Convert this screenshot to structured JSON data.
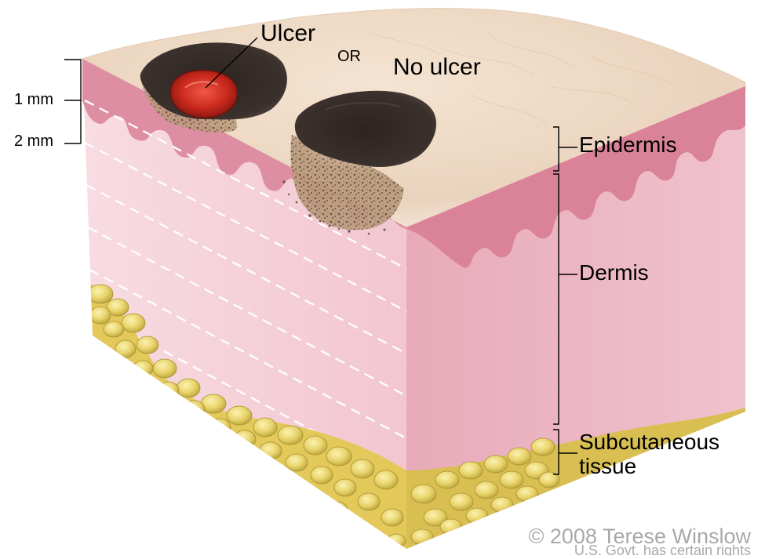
{
  "depth_markers": {
    "one": "1 mm",
    "two": "2 mm"
  },
  "tumor_labels": {
    "ulcer": "Ulcer",
    "or": "OR",
    "no_ulcer": "No ulcer"
  },
  "layer_labels": {
    "epidermis": "Epidermis",
    "dermis": "Dermis",
    "subcutaneous_line1": "Subcutaneous",
    "subcutaneous_line2": "tissue"
  },
  "credit": {
    "line1": "© 2008 Terese Winslow",
    "line2": "U.S. Govt. has certain rights"
  },
  "colors": {
    "skin_surface": "#ecd9c4",
    "epidermis": "#dd8ea3",
    "dermis": "#f5cdd6",
    "dermis_side": "#eab4c2",
    "fat": "#e8d366",
    "ulcer": "#c8281b",
    "tumor": "#3a302c"
  }
}
